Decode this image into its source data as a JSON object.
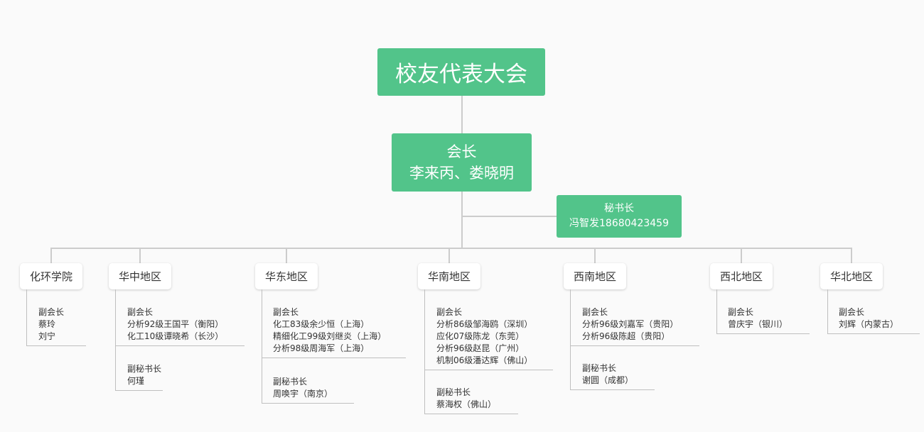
{
  "root": "校友代表大会",
  "president": {
    "title": "会长",
    "names": "李来丙、娄晓明"
  },
  "secretary": {
    "title": "秘书长",
    "name": "冯智发18680423459"
  },
  "regions": [
    {
      "name": "化环学院",
      "groups": [
        {
          "title": "副会长",
          "members": [
            "蔡玲",
            "刘宁"
          ]
        }
      ]
    },
    {
      "name": "华中地区",
      "groups": [
        {
          "title": "副会长",
          "members": [
            "分析92级王国平（衡阳）",
            "化工10级谭晓希（长沙）"
          ]
        },
        {
          "title": "副秘书长",
          "members": [
            "何瑾"
          ]
        }
      ]
    },
    {
      "name": "华东地区",
      "groups": [
        {
          "title": "副会长",
          "members": [
            "化工83级余少恒（上海）",
            "精细化工99级刘继炎（上海）",
            "分析98级周海军（上海）"
          ]
        },
        {
          "title": "副秘书长",
          "members": [
            "周唤宇（南京）"
          ]
        }
      ]
    },
    {
      "name": "华南地区",
      "groups": [
        {
          "title": "副会长",
          "members": [
            "分析86级邹海鸥（深圳）",
            "应化07级陈龙（东莞）",
            "分析96级赵昆（广州）",
            "机制06级潘达辉（佛山）"
          ]
        },
        {
          "title": "副秘书长",
          "members": [
            "蔡海权（佛山）"
          ]
        }
      ]
    },
    {
      "name": "西南地区",
      "groups": [
        {
          "title": "副会长",
          "members": [
            "分析96级刘嘉军（贵阳）",
            "分析96级陈超（贵阳）"
          ]
        },
        {
          "title": "副秘书长",
          "members": [
            "谢圆（成都）"
          ]
        }
      ]
    },
    {
      "name": "西北地区",
      "groups": [
        {
          "title": "副会长",
          "members": [
            "曾庆宇（银川）"
          ]
        }
      ]
    },
    {
      "name": "华北地区",
      "groups": [
        {
          "title": "副会长",
          "members": [
            "刘辉（内蒙古）"
          ]
        }
      ]
    }
  ]
}
